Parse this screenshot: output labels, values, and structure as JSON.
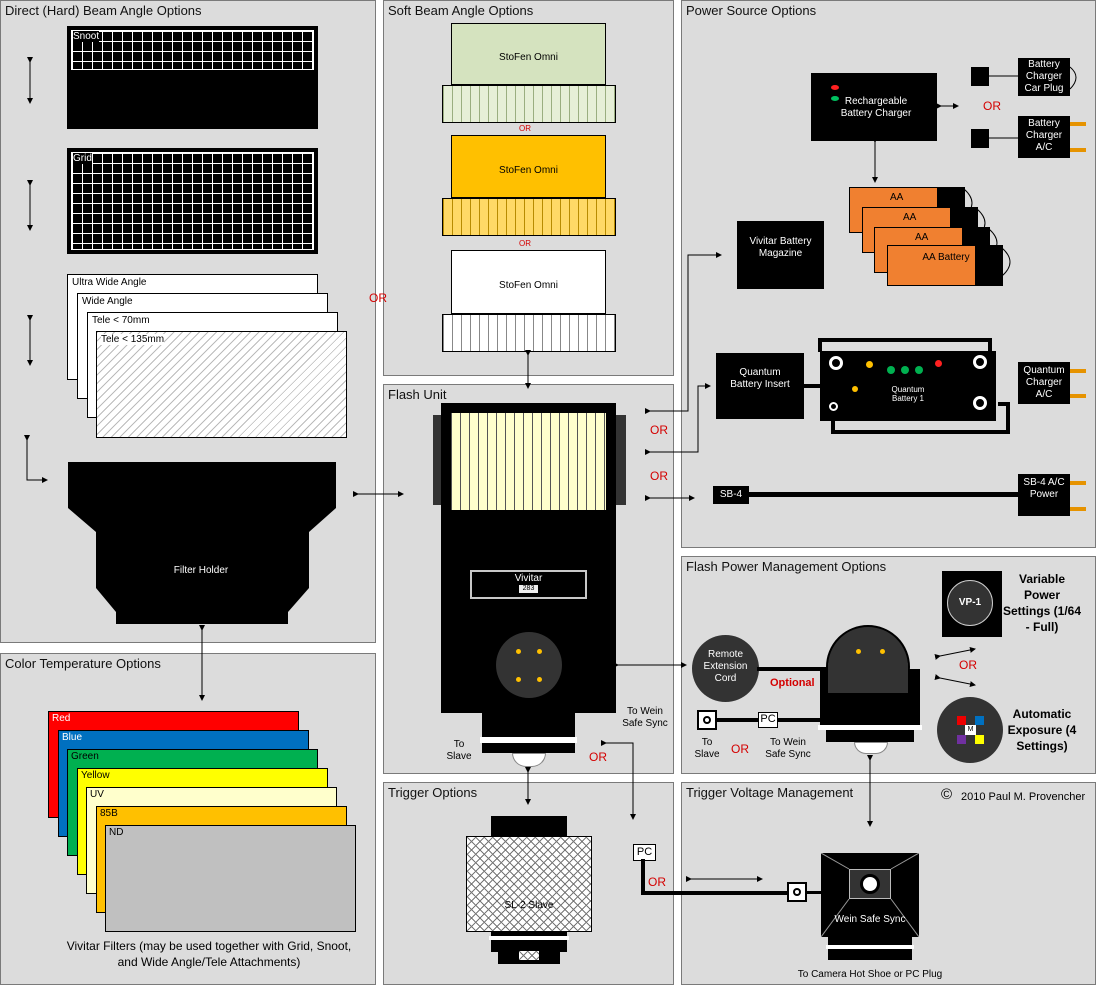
{
  "panels": {
    "direct": "Direct (Hard) Beam Angle Options",
    "soft": "Soft Beam Angle Options",
    "power": "Power Source Options",
    "flash": "Flash Unit",
    "color": "Color Temperature Options",
    "fpm": "Flash Power Management Options",
    "trigger": "Trigger Options",
    "tvm": "Trigger Voltage Management"
  },
  "direct": {
    "snoot": "Snoot",
    "grid": "Grid",
    "wide": [
      "Ultra Wide Angle",
      "Wide Angle",
      "Tele < 70mm",
      "Tele < 135mm"
    ],
    "filter_holder": "Filter Holder"
  },
  "soft": {
    "diffuser": "StoFen Omni",
    "or": "OR"
  },
  "or": "OR",
  "power": {
    "charger": "Rechargeable Battery Charger",
    "car_plug": "Battery Charger Car Plug",
    "ac_charger": "Battery Charger A/C",
    "aa": "AA",
    "aa_battery": "AA Battery",
    "magazine": "Vivitar Battery Magazine",
    "quantum_insert": "Quantum Battery Insert",
    "quantum_battery": "Quantum Battery 1",
    "quantum_charger": "Quantum Charger A/C",
    "sb4": "SB-4",
    "sb4_power": "SB-4 A/C Power"
  },
  "flash": {
    "brand": "Vivitar",
    "model": "283",
    "to_slave": "To Slave",
    "to_wein": "To Wein Safe Sync",
    "pc": "PC"
  },
  "color": {
    "filters": [
      "Red",
      "Blue",
      "Green",
      "Yellow",
      "UV",
      "85B",
      "ND"
    ],
    "filter_colors": [
      "#ff0000",
      "#0070c0",
      "#00b050",
      "#ffff00",
      "#ffffcc",
      "#ffc000",
      "#c0c0c0"
    ],
    "caption": "Vivitar Filters (may be used together with Grid, Snoot, and Wide Angle/Tele Attachments)"
  },
  "fpm": {
    "remote": "Remote Extension Cord",
    "optional": "Optional",
    "vp1": "VP-1",
    "variable": "Variable Power Settings (1/64 - Full)",
    "auto_m": "M",
    "automatic": "Automatic Exposure (4 Settings)",
    "to_slave": "To Slave",
    "to_wein": "To Wein Safe Sync",
    "pc": "PC"
  },
  "trigger": {
    "slave": "SL-2 Slave"
  },
  "tvm": {
    "copyright": "2010 Paul M. Provencher",
    "copyright_symbol": "©",
    "wein": "Wein Safe Sync",
    "hotshoe": "To Camera Hot Shoe or PC Plug"
  }
}
